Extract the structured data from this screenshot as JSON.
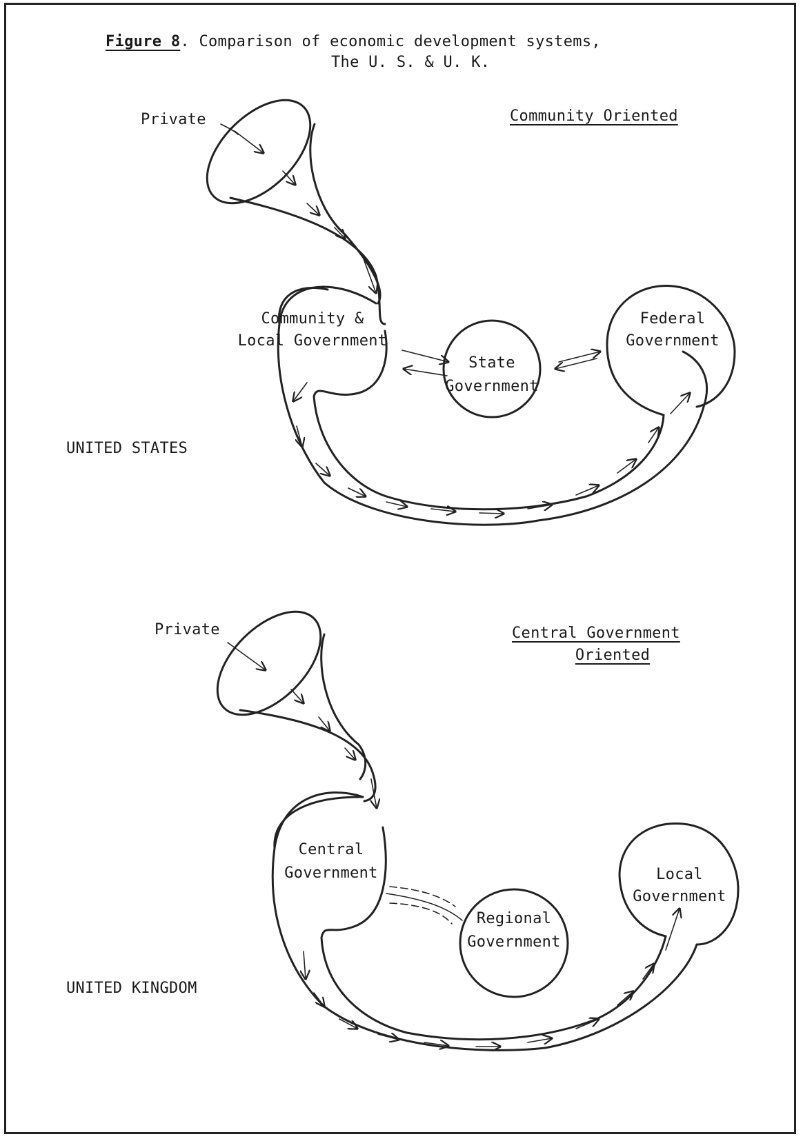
{
  "figure": {
    "label": "Figure 8",
    "caption_line1": ". Comparison of economic development systems,",
    "caption_line2": "The U. S. & U. K."
  },
  "us_panel": {
    "side_label": "UNITED STATES",
    "orientation_label": "Community Oriented",
    "private_label": "Private",
    "node1": {
      "line1": "Community &",
      "line2": "Local Government"
    },
    "node_center": {
      "line1": "State",
      "line2": "Government"
    },
    "node3": {
      "line1": "Federal",
      "line2": "Government"
    }
  },
  "uk_panel": {
    "side_label": "UNITED KINGDOM",
    "orientation_label_line1": "Central Government",
    "orientation_label_line2": "Oriented",
    "private_label": "Private",
    "node1": {
      "line1": "Central",
      "line2": "Government"
    },
    "node_center": {
      "line1": "Regional",
      "line2": "Government"
    },
    "node3": {
      "line1": "Local",
      "line2": "Government"
    }
  }
}
